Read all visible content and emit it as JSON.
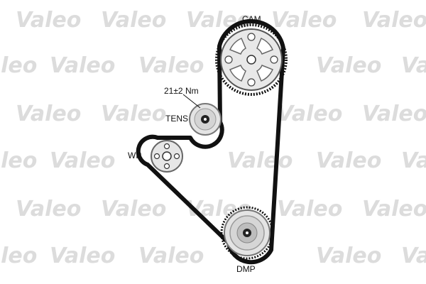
{
  "watermark": {
    "text": "Valeo",
    "color": "#dcdcdc"
  },
  "labels": {
    "cam": "CAM",
    "torque": "21±2 Nm",
    "tens": "TENS",
    "wp": "WP",
    "dmp": "DMP"
  },
  "colors": {
    "belt": "#111111",
    "pulley_fill": "#e6e6e6",
    "pulley_stroke": "#555555",
    "hub": "#222222"
  }
}
